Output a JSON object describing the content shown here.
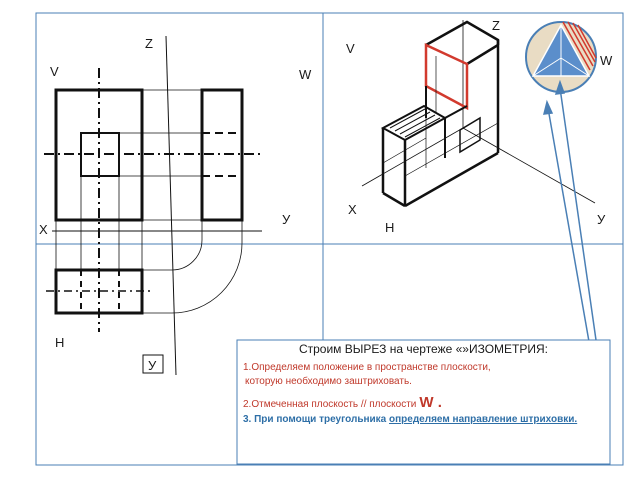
{
  "labels": {
    "front_view": {
      "z": "Z",
      "v": "V",
      "w": "W",
      "x": "X",
      "y_right": "У",
      "h": "H",
      "y_bottom": "У"
    },
    "iso_view": {
      "v": "V",
      "z": "Z",
      "x": "X",
      "h": "H",
      "y": "У"
    },
    "triangle_w": "W"
  },
  "note": {
    "title": "Строим ВЫРЕЗ на чертеже «»ИЗОМЕТРИЯ:",
    "step1_line1": "1.Определяем положение в пространстве плоскости,",
    "step1_line2": "которую необходимо заштриховать.",
    "step2_text": "2.Отмеченная плоскость // плоскости",
    "step2_w": "W .",
    "step3_prefix": "3. При помощи треугольника ",
    "step3_underlined": "определяем направление штриховки."
  },
  "colors": {
    "frame": "#4a7fb5",
    "line": "#111111",
    "accent_red": "#d23a2e",
    "circle_fill": "#e9dcc4",
    "triangle_fill": "#5b8ecb"
  }
}
